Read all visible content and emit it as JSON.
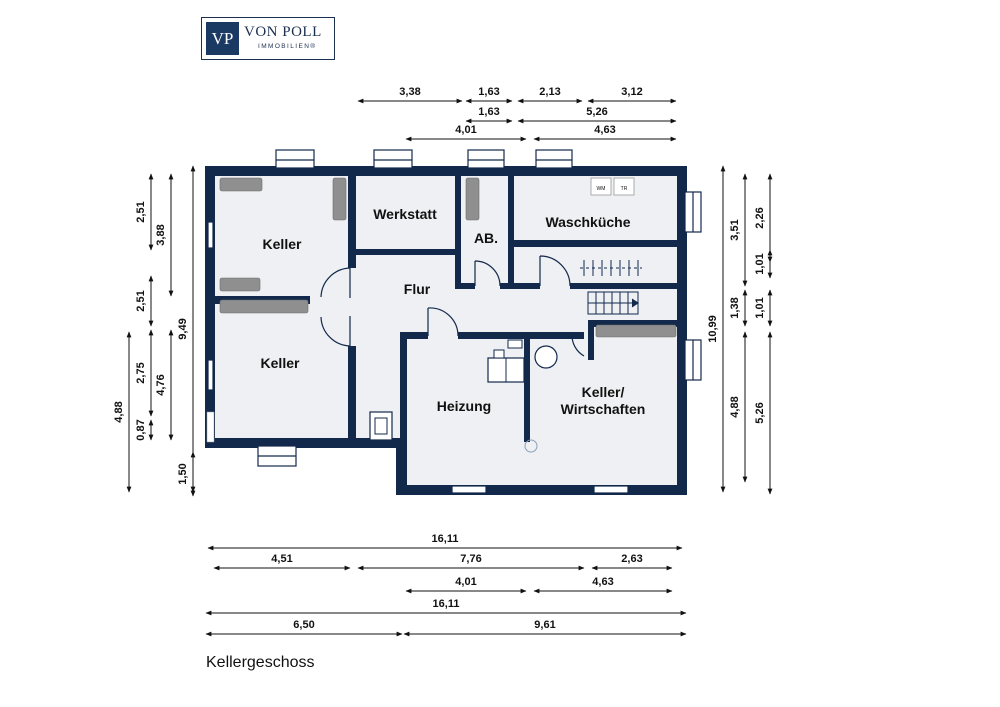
{
  "logo": {
    "initials": "VP",
    "name": "VON POLL",
    "subtitle": "IMMOBILIEN®"
  },
  "floor_title": "Kellergeschoss",
  "rooms": {
    "keller_top": "Keller",
    "keller_bottom": "Keller",
    "werkstatt": "Werkstatt",
    "ab": "AB.",
    "waschkueche": "Waschküche",
    "flur": "Flur",
    "heizung": "Heizung",
    "keller_wirtschaften_line1": "Keller/",
    "keller_wirtschaften_line2": "Wirtschaften"
  },
  "appliances": {
    "wm": "WM",
    "tr": "TR"
  },
  "dimensions": {
    "top": [
      "3,38",
      "1,63",
      "2,13",
      "3,12",
      "1,63",
      "5,26",
      "4,01",
      "4,63"
    ],
    "left": [
      "2,51",
      "3,88",
      "2,51",
      "9,49",
      "2,75",
      "4,76",
      "4,88",
      "0,87",
      "1,50"
    ],
    "right": [
      "3,51",
      "2,26",
      "1,01",
      "1,38",
      "1,01",
      "10,99",
      "4,88",
      "5,26"
    ],
    "bottom": [
      "16,11",
      "4,51",
      "7,76",
      "2,63",
      "4,01",
      "4,63",
      "16,11",
      "6,50",
      "9,61"
    ]
  },
  "colors": {
    "wall": "#13294b",
    "floor": "#eef0f3",
    "dimension": "#111111"
  }
}
